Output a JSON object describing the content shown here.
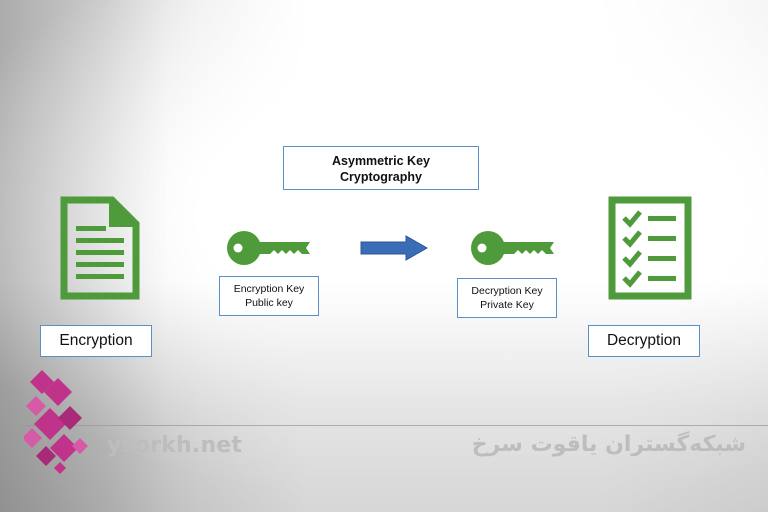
{
  "diagram": {
    "title_lines": [
      "Asymmetric Key",
      "Cryptography"
    ],
    "encryption_key_lines": [
      "Encryption Key",
      "Public key"
    ],
    "decryption_key_lines": [
      "Decryption Key",
      "Private Key"
    ],
    "encryption_label": "Encryption",
    "decryption_label": "Decryption",
    "icons": {
      "document": "document-icon",
      "checklist": "checklist-icon",
      "public_key": "key-icon",
      "private_key": "key-icon",
      "arrow": "arrow-right-icon"
    },
    "colors": {
      "icon_green": "#4f9a3a",
      "arrow_blue": "#3a6db5",
      "box_border": "#5b8fc9"
    }
  },
  "watermark": {
    "url": "ysorkh.net",
    "name": "شبکه‌گستران یاقوت سرخ",
    "logo": "brand-logo-icon",
    "logo_color": "#c0338a"
  }
}
